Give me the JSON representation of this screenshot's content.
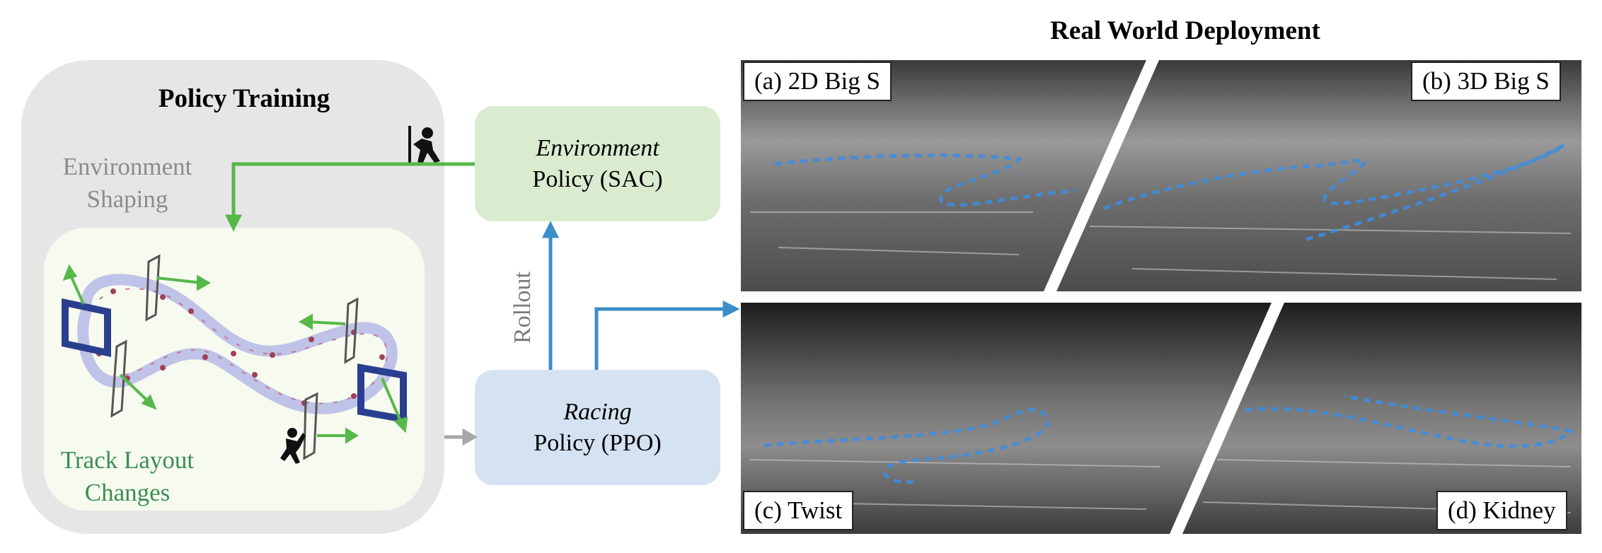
{
  "policy_training": {
    "title": "Policy Training",
    "environment_shaping": [
      "Environment",
      "Shaping"
    ],
    "track_layout_changes": [
      "Track Layout",
      "Changes"
    ]
  },
  "environment_policy": {
    "line1": "Environment",
    "line2": "Policy (SAC)"
  },
  "racing_policy": {
    "line1": "Racing",
    "line2": "Policy (PPO)"
  },
  "rollout_label": "Rollout",
  "real_world": {
    "title": "Real World Deployment",
    "panels": [
      {
        "label": "(a) 2D Big S"
      },
      {
        "label": "(b) 3D Big S"
      },
      {
        "label": "(c) Twist"
      },
      {
        "label": "(d) Kidney"
      }
    ]
  },
  "colors": {
    "green_arrow": "#57b84a",
    "blue_arrow": "#3b8ec7",
    "gray_arrow": "#a8a8a8",
    "track_text": "#3a8e52",
    "gate_blue": "#2a3f8f",
    "trajectory": "#3d8de0"
  }
}
